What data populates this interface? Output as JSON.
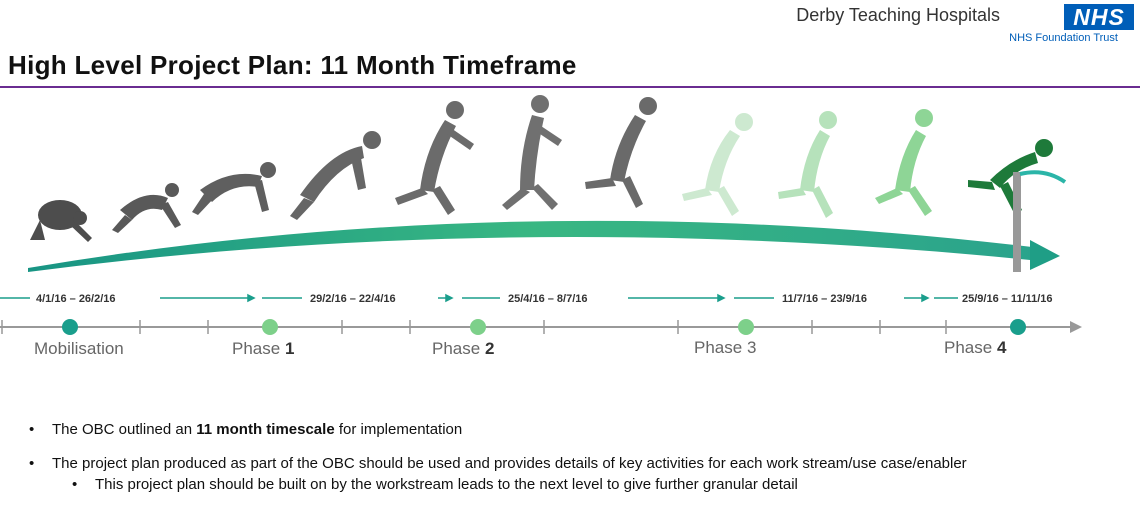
{
  "header": {
    "org_name": "Derby Teaching Hospitals",
    "org_logo": "NHS",
    "org_sub": "NHS Foundation Trust",
    "title": "High Level Project Plan: 11 Month Timeframe"
  },
  "timeline": {
    "date_ranges": [
      "4/1/16 – 26/2/16",
      "29/2/16 – 22/4/16",
      "25/4/16 – 8/7/16",
      "11/7/16 – 23/9/16",
      "25/9/16 – 11/11/16"
    ],
    "phases": [
      {
        "label": "Mobilisation",
        "color": "#1a9e8c"
      },
      {
        "label_prefix": "Phase ",
        "label_number": "1",
        "color": "#7dd08a"
      },
      {
        "label_prefix": "Phase ",
        "label_number": "2",
        "color": "#7dd08a"
      },
      {
        "label_prefix": "Phase ",
        "label_number": "3",
        "color": "#7dd08a"
      },
      {
        "label_prefix": "Phase ",
        "label_number": "4",
        "color": "#1a9e8c"
      }
    ]
  },
  "bullets": {
    "b1_pre": "The OBC outlined an ",
    "b1_bold": "11 month timescale",
    "b1_post": " for implementation",
    "b2": "The project plan produced as part of the OBC should be used and provides details of key activities for each work stream/use case/enabler",
    "b2_sub": "This project plan should be built on by the workstream leads to the next level to give further granular detail"
  },
  "colors": {
    "nhs_blue": "#005EB8",
    "title_rule": "#6a2c91",
    "teal": "#1a9e8c",
    "light_green": "#7dd08a",
    "axis_gray": "#999999"
  },
  "icons": {
    "runners": "runner-silhouette-icon",
    "hurdle": "finish-hurdle-icon"
  }
}
